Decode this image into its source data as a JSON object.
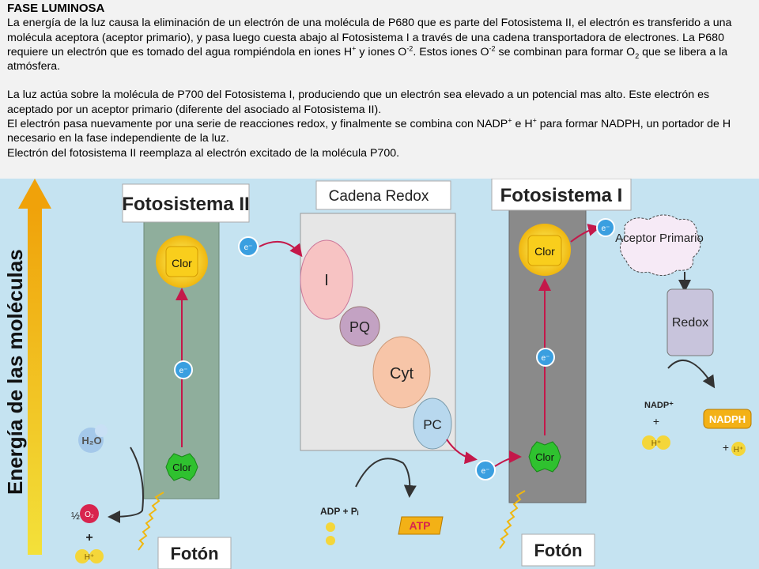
{
  "heading": "FASE LUMINOSA",
  "paragraph1": {
    "part1": "La energía de la luz causa la eliminación de un electrón de una molécula de P680 que es parte del Fotosistema II, el electrón es transferido a una molécula aceptora (aceptor primario), y pasa luego cuesta abajo al Fotosistema I a través de una cadena transportadora de electrones. La P680 requiere un electrón que es tomado del agua rompiéndola en iones H",
    "sup1": "+",
    "part2": " y iones O",
    "sup2": "-2",
    "part3": ". Estos iones O",
    "sup3": "-2",
    "part4": " se combinan para formar O",
    "sub1": "2",
    "part5": " que se libera a la atmósfera."
  },
  "paragraph2": "La luz actúa sobre la molécula de P700 del Fotosistema I, produciendo que un electrón sea elevado a un potencial mas alto. Este electrón es aceptado por un aceptor primario (diferente del asociado al Fotosistema II).",
  "paragraph3": {
    "part1": "El electrón pasa nuevamente por una serie de reacciones redox, y finalmente se combina con NADP",
    "sup1": "+",
    "part2": " e H",
    "sup2": "+",
    "part3": " para formar NADPH, un portador de H necesario en la fase independiente de la luz."
  },
  "paragraph4": "Electrón del fotosistema II reemplaza al electrón excitado de la molécula P700.",
  "diagram": {
    "y_axis_label": "Energía de las moléculas",
    "ps2_title": "Fotosistema II",
    "ps1_title": "Fotosistema I",
    "redox_chain_title": "Cadena Redox",
    "clor": "Clor",
    "electron": "e⁻",
    "carriers": [
      "I",
      "PQ",
      "Cyt",
      "PC"
    ],
    "water": "H₂O",
    "half": "½",
    "oxygen": "O₂",
    "proton": "H⁺",
    "plus": "+",
    "adp": "ADP + Pᵢ",
    "atp": "ATP",
    "acceptor": "Aceptor Primario",
    "redox": "Redox",
    "nadp": "NADP⁺",
    "nadph": "NADPH",
    "photon_left": "Fotón",
    "photon_right": "Fotón",
    "colors": {
      "background": "#c5e3f1",
      "panel": "#8fae9c",
      "redox_panel": "#e6e6e6",
      "clor_excited": "#f5c518",
      "clor_ground": "#2fc12f",
      "electron": "#3a9fe0",
      "arrow": "#c4184a"
    }
  }
}
